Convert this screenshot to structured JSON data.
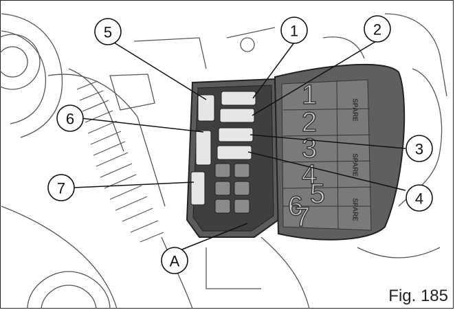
{
  "callouts": [
    "1",
    "2",
    "3",
    "4",
    "5",
    "6",
    "7",
    "A"
  ],
  "lid_numbers": [
    "1",
    "2",
    "3",
    "4",
    "5",
    "6",
    "7"
  ],
  "lid_spare_labels": [
    "SPARE",
    "SPARE",
    "SPARE"
  ],
  "caption": "Fig. 185"
}
